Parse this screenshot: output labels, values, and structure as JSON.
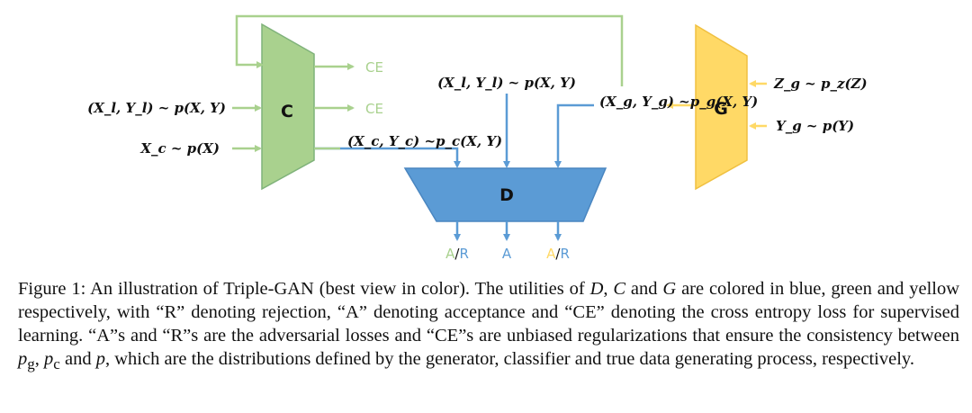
{
  "colors": {
    "green": "#a9d18e",
    "green_stroke": "#7fb27a",
    "blue": "#5b9bd5",
    "blue_stroke": "#4a86c0",
    "yellow": "#ffd966",
    "yellow_stroke": "#f0c040"
  },
  "diagram": {
    "nodes": {
      "C": "C",
      "D": "D",
      "G": "G"
    },
    "inputs": {
      "xl_yl_left": "(X_l, Y_l) ~ p(X, Y)",
      "xc": "X_c ~ p(X)",
      "xl_yl_top": "(X_l, Y_l) ~ p(X, Y)",
      "zg": "Z_g ~ p_z(Z)",
      "yg": "Y_g ~ p(Y)"
    },
    "intermediate": {
      "c_out": "(X_c, Y_c) ~p_c(X, Y)",
      "g_out": "(X_g, Y_g) ~p_g(X, Y)"
    },
    "outputs": {
      "ce": "CE",
      "a": "A",
      "r": "R",
      "slash": "/"
    }
  },
  "caption": {
    "label": "Figure 1:",
    "part1": "An illustration of Triple-GAN (best view in color). The utilities of ",
    "d": "D",
    "sep1": ", ",
    "c": "C",
    "and": " and ",
    "g": "G",
    "part2": " are colored in blue, green and yellow respectively, with “R” denoting rejection, “A” denoting acceptance and “CE” denoting the cross entropy loss for supervised learning. “A”s and “R”s are the adversarial losses and “CE”s are unbiased regularizations that ensure the consistency between ",
    "pg": "p",
    "pg_sub": "g",
    "sep2": ", ",
    "pc": "p",
    "pc_sub": "c",
    "and2": " and ",
    "p": "p",
    "part3": ", which are the distributions defined by the generator, classifier and true data generating process, respectively."
  }
}
